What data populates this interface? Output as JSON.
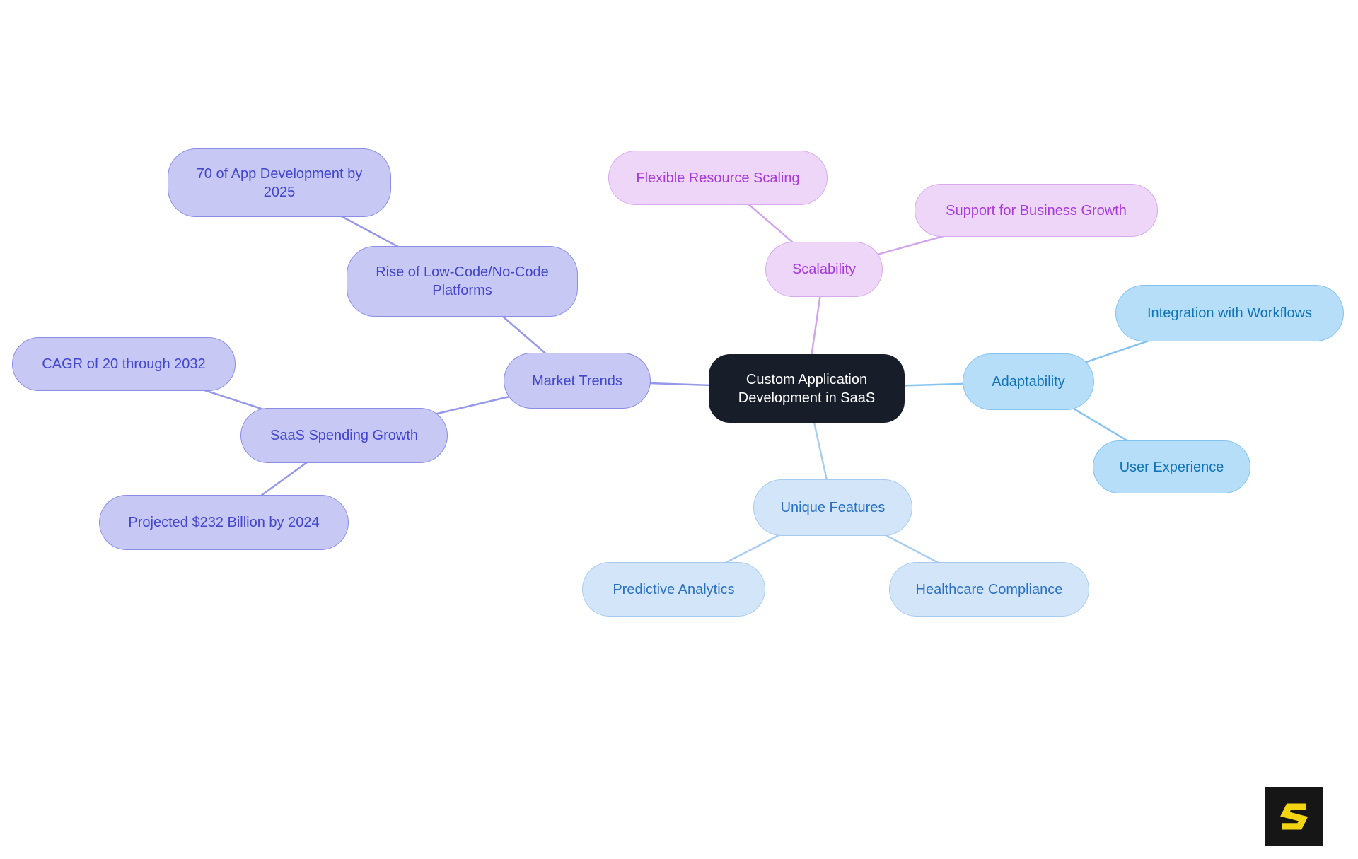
{
  "title": "Custom Application Development in SaaS mind map",
  "nodes": {
    "center": {
      "label": "Custom Application Development in SaaS",
      "bg": "#171e2a",
      "text_color": "#ffffff"
    },
    "market_trends": {
      "label": "Market Trends"
    },
    "rise_low_code": {
      "label": "Rise of Low-Code/No-Code Platforms"
    },
    "app_dev_2025": {
      "label": "70 of App Development by 2025"
    },
    "cagr": {
      "label": "CAGR of 20 through 2032"
    },
    "saas_spending": {
      "label": "SaaS Spending Growth"
    },
    "projected": {
      "label": "Projected $232 Billion by 2024"
    },
    "scalability": {
      "label": "Scalability"
    },
    "flexible": {
      "label": "Flexible Resource Scaling"
    },
    "support": {
      "label": "Support for Business Growth"
    },
    "adaptability": {
      "label": "Adaptability"
    },
    "integration": {
      "label": "Integration with Workflows"
    },
    "user_experience": {
      "label": "User Experience"
    },
    "unique_features": {
      "label": "Unique Features"
    },
    "predictive": {
      "label": "Predictive Analytics"
    },
    "healthcare": {
      "label": "Healthcare Compliance"
    }
  },
  "themes": {
    "purple": {
      "fill": "#c7c8f4",
      "border": "#8b8de5",
      "text": "#4146cd",
      "line": "#9598e8"
    },
    "pink": {
      "fill": "#eed6f8",
      "border": "#d9a9ee",
      "text": "#a73ad9",
      "line": "#d2a4eb"
    },
    "blue": {
      "fill": "#b7def8",
      "border": "#82c3f0",
      "text": "#0f72ba",
      "line": "#87c3f0"
    },
    "paleblue": {
      "fill": "#d3e6f9",
      "border": "#a6caee",
      "text": "#2a70c2",
      "line": "#a9cdf0"
    }
  },
  "edges": [
    {
      "from": "center",
      "to": "market_trends",
      "color": "#9598e8"
    },
    {
      "from": "market_trends",
      "to": "rise_low_code",
      "color": "#9598e8"
    },
    {
      "from": "rise_low_code",
      "to": "app_dev_2025",
      "color": "#9598e8"
    },
    {
      "from": "market_trends",
      "to": "saas_spending",
      "color": "#9598e8"
    },
    {
      "from": "saas_spending",
      "to": "cagr",
      "color": "#9598e8"
    },
    {
      "from": "saas_spending",
      "to": "projected",
      "color": "#9598e8"
    },
    {
      "from": "center",
      "to": "scalability",
      "color": "#d2a4eb"
    },
    {
      "from": "scalability",
      "to": "flexible",
      "color": "#d2a4eb"
    },
    {
      "from": "scalability",
      "to": "support",
      "color": "#d2a4eb"
    },
    {
      "from": "center",
      "to": "adaptability",
      "color": "#87c3f0"
    },
    {
      "from": "adaptability",
      "to": "integration",
      "color": "#87c3f0"
    },
    {
      "from": "adaptability",
      "to": "user_experience",
      "color": "#87c3f0"
    },
    {
      "from": "center",
      "to": "unique_features",
      "color": "#a9cdf0"
    },
    {
      "from": "unique_features",
      "to": "predictive",
      "color": "#a9cdf0"
    },
    {
      "from": "unique_features",
      "to": "healthcare",
      "color": "#a9cdf0"
    }
  ],
  "logo": {
    "icon": "s-logo-icon",
    "background": "#161616",
    "color": "#f2d410"
  }
}
